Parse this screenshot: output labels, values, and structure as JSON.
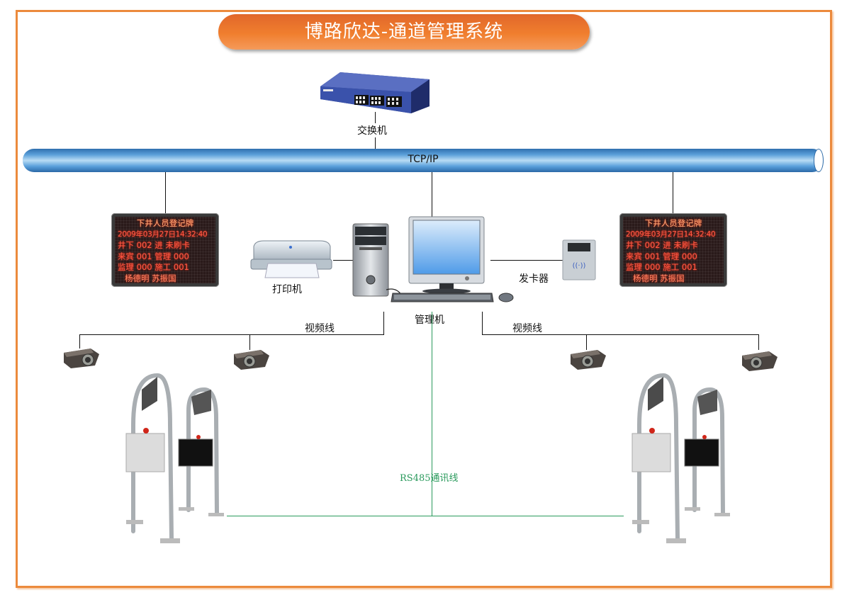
{
  "title": "博路欣达-通道管理系统",
  "network": {
    "bus_label": "TCP/IP",
    "switch_label": "交换机"
  },
  "devices": {
    "printer_label": "打印机",
    "management_pc_label": "管理机",
    "card_issuer_label": "发卡器"
  },
  "links": {
    "video_line_left": "视频线",
    "video_line_right": "视频线",
    "rs485_label": "RS485通讯线"
  },
  "led_boards": [
    {
      "title": "下井人员登记牌",
      "datetime": "2009年03月27日14:32:40",
      "rows": [
        "井下  002   进 未刷卡",
        "来宾  001   管理  000",
        "监理  000   施工  001"
      ],
      "names": "杨德明  苏振国"
    },
    {
      "title": "下井人员登记牌",
      "datetime": "2009年03月27日14:32:40",
      "rows": [
        "井下  002   进 未刷卡",
        "来宾  001   管理  000",
        "监理  000   施工  001"
      ],
      "names": "杨德明  苏振国"
    }
  ],
  "colors": {
    "frame": "#ec8a3c",
    "title_pill": "#f07e2e",
    "bus": "#5a9fd9",
    "rs485": "#2a9a5c",
    "led_text": "#ff5a46"
  }
}
